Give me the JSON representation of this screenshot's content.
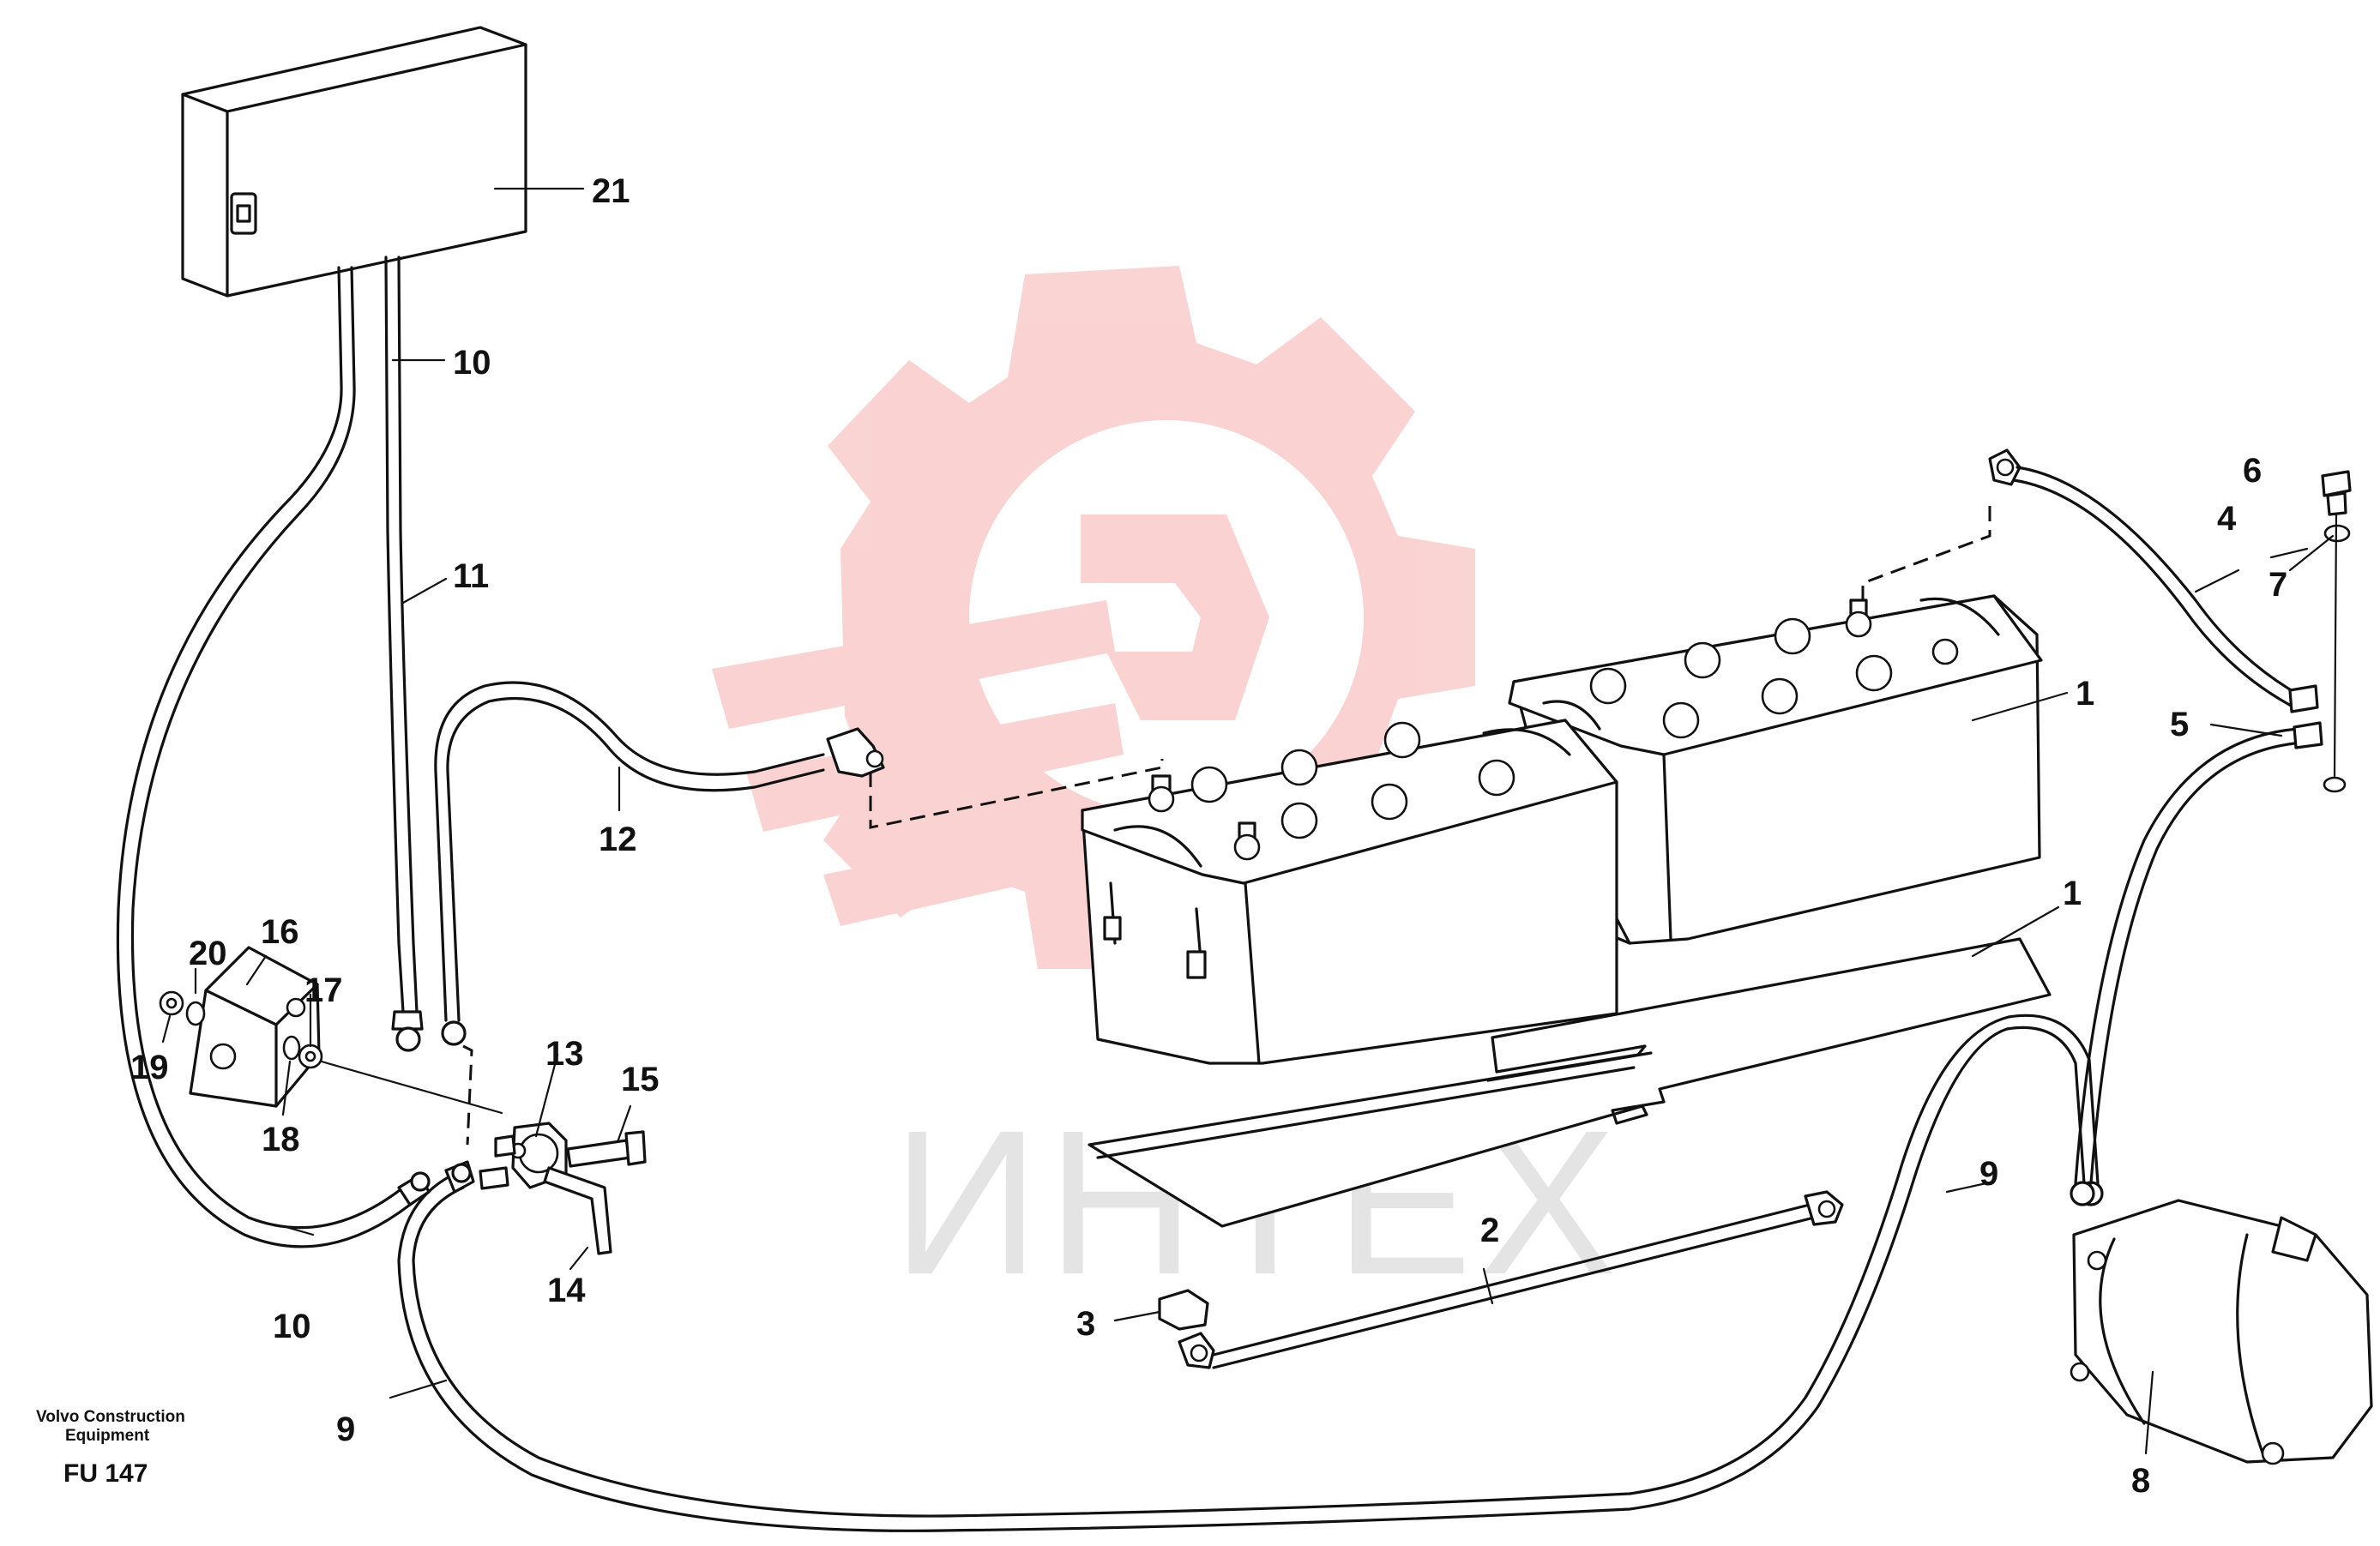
{
  "callouts": {
    "c1a": "1",
    "c1b": "1",
    "c2": "2",
    "c3": "3",
    "c4": "4",
    "c5": "5",
    "c6": "6",
    "c7": "7",
    "c8": "8",
    "c9a": "9",
    "c9b": "9",
    "c10a": "10",
    "c10b": "10",
    "c11": "11",
    "c12": "12",
    "c13": "13",
    "c14": "14",
    "c15": "15",
    "c16": "16",
    "c17": "17",
    "c18": "18",
    "c19": "19",
    "c20": "20",
    "c21": "21"
  },
  "publisher": {
    "line1": "Volvo Construction",
    "line2": "Equipment",
    "code": "FU 147"
  },
  "watermark": {
    "text": "ИНТЕХ",
    "color": "#f28080"
  }
}
